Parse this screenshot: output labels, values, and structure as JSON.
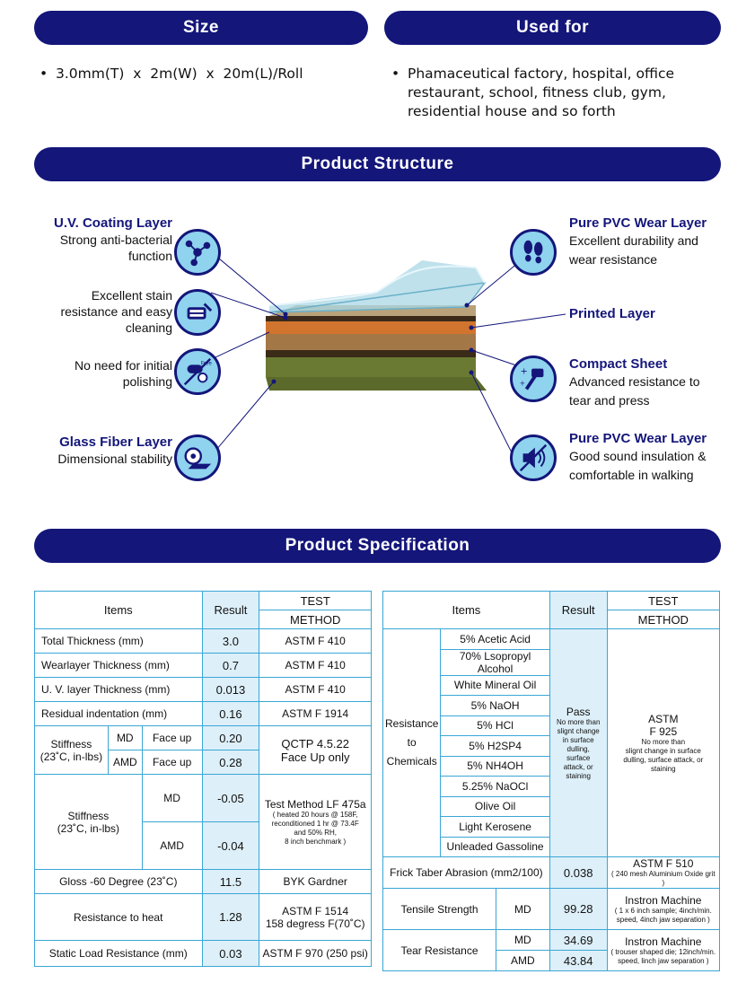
{
  "size": {
    "title": "Size",
    "text": "3.0mm(T)  x  2m(W)  x  20m(L)/Roll"
  },
  "used_for": {
    "title": "Used for",
    "line1": "Phamaceutical factory, hospital, office",
    "line2": "restaurant, school, fitness club, gym,",
    "line3": "residential house and so forth"
  },
  "structure": {
    "title": "Product Structure",
    "uv_title": "U.V. Coating Layer",
    "uv_line1": "Strong anti-bacterial",
    "uv_line2": "function",
    "stain_line1": "Excellent stain",
    "stain_line2": "resistance and easy",
    "stain_line3": "cleaning",
    "polish_line1": "No need for initial",
    "polish_line2": "polishing",
    "glass_title": "Glass Fiber Layer",
    "glass_line1": "Dimensional stability",
    "pvc1_title": "Pure PVC Wear Layer",
    "pvc1_line1": "Excellent durability and",
    "pvc1_line2": "wear resistance",
    "printed_title": "Printed Layer",
    "compact_title": "Compact Sheet",
    "compact_line1": "Advanced resistance to",
    "compact_line2": "tear and press",
    "pvc2_title": "Pure PVC Wear Layer",
    "pvc2_line1": "Good sound insulation &",
    "pvc2_line2": "comfortable in walking",
    "free_label": "Free"
  },
  "spec": {
    "title": "Product Specification",
    "items_h": "Items",
    "result_h": "Result",
    "test_h": "TEST",
    "method_h": "METHOD",
    "left": {
      "total_thickness": "Total Thickness (mm)",
      "total_thickness_v": "3.0",
      "total_thickness_m": "ASTM F 410",
      "wear_thickness": "Wearlayer Thickness (mm)",
      "wear_thickness_v": "0.7",
      "wear_thickness_m": "ASTM F 410",
      "uv_thickness": "U. V. layer Thickness (mm)",
      "uv_thickness_v": "0.013",
      "uv_thickness_m": "ASTM F 410",
      "residual": "Residual indentation (mm)",
      "residual_v": "0.16",
      "residual_m": "ASTM F 1914",
      "stiff1_a": "Stiffness",
      "stiff1_b": "(23˚C, in-lbs)",
      "md": "MD",
      "amd": "AMD",
      "face_up": "Face up",
      "stiff1_md_v": "0.20",
      "stiff1_amd_v": "0.28",
      "stiff1_m1": "QCTP 4.5.22",
      "stiff1_m2": "Face Up only",
      "stiff2_a": "Stiffness",
      "stiff2_b": "(23˚C, in-lbs)",
      "stiff2_md_v": "-0.05",
      "stiff2_amd_v": "-0.04",
      "stiff2_m1": "Test Method LF 475a",
      "stiff2_m2": "( heated 20 hours @ 158F,",
      "stiff2_m3": "reconditioned 1 hr @ 73.4F",
      "stiff2_m4": "and 50% RH,",
      "stiff2_m5": "8 inch benchmark )",
      "gloss": "Gloss -60 Degree (23˚C)",
      "gloss_v": "11.5",
      "gloss_m": "BYK Gardner",
      "heat": "Resistance to heat",
      "heat_v": "1.28",
      "heat_m1": "ASTM F 1514",
      "heat_m2": "158 degress F(70˚C)",
      "static": "Static Load Resistance (mm)",
      "static_v": "0.03",
      "static_m": "ASTM F 970 (250 psi)"
    },
    "right": {
      "chem_a": "Resistance",
      "chem_b": "to",
      "chem_c": "Chemicals",
      "chems": [
        "5% Acetic Acid",
        "70% Lsopropyl Alcohol",
        "White Mineral Oil",
        "5% NaOH",
        "5% HCl",
        "5% H2SP4",
        "5% NH4OH",
        "5.25% NaOCl",
        "Olive Oil",
        "Light Kerosene",
        "Unleaded Gassoline"
      ],
      "pass": "Pass",
      "pass_n1": "No more than",
      "pass_n2": "slignt change",
      "pass_n3": "in surface",
      "pass_n4": "dulling,",
      "pass_n5": "surface",
      "pass_n6": "attack, or",
      "pass_n7": "staining",
      "astm1": "ASTM",
      "astm2": "F 925",
      "astm_n1": "No more than",
      "astm_n2": "slignt change in surface",
      "astm_n3": "dulling, surface attack, or",
      "astm_n4": "staining",
      "frick": "Frick Taber Abrasion (mm2/100)",
      "frick_v": "0.038",
      "frick_m1": "ASTM F 510",
      "frick_m2": "( 240 mesh Aluminium Oxide grit )",
      "tensile": "Tensile Strength",
      "tensile_md": "MD",
      "tensile_v": "99.28",
      "tensile_m1": "Instron Machine",
      "tensile_m2": "( 1 x 6 inch sample; 4inch/min.",
      "tensile_m3": "speed, 4inch jaw separation )",
      "tear": "Tear Resistance",
      "tear_md": "MD",
      "tear_amd": "AMD",
      "tear_md_v": "34.69",
      "tear_amd_v": "43.84",
      "tear_m1": "Instron Machine",
      "tear_m2": "( trouser shaped die; 12inch/min.",
      "tear_m3": "speed, linch jaw separation )"
    }
  },
  "colors": {
    "navy": "#14167a",
    "cyan": "#3aa6d6",
    "circle": "#8fd3ee"
  }
}
